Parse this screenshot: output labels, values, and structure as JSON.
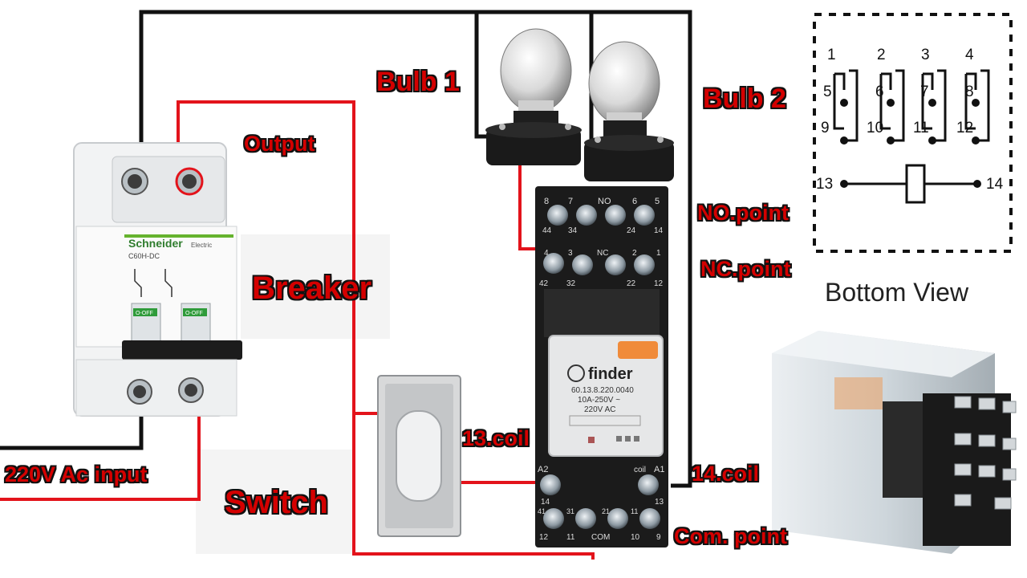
{
  "labels": {
    "bulb1": "Bulb 1",
    "bulb2": "Bulb 2",
    "output": "Output",
    "breaker": "Breaker",
    "input": "220V Ac input",
    "switch": "Switch",
    "coil13": "13.coil",
    "coil14": "14.coil",
    "no_point": "NO.point",
    "nc_point": "NC.point",
    "com_point": "Com. point"
  },
  "bottom_view": {
    "title": "Bottom View",
    "pins": [
      "1",
      "2",
      "3",
      "4",
      "5",
      "6",
      "7",
      "8",
      "9",
      "10",
      "11",
      "12",
      "13",
      "14"
    ]
  },
  "breaker": {
    "brand": "Schneider",
    "sub": "Electric",
    "model": "C60H-DC",
    "off1": "O-OFF",
    "off2": "O-OFF"
  },
  "relay": {
    "brand": "finder",
    "part": "60.13.8.220.0040",
    "rating": "10A-250V ~",
    "coil": "220V AC"
  },
  "socket": {
    "top_row": [
      "8",
      "7",
      "NO",
      "6",
      "5"
    ],
    "row2": [
      "44",
      "34",
      "24",
      "14"
    ],
    "row3": [
      "4",
      "3",
      "NC",
      "2",
      "1"
    ],
    "row4": [
      "42",
      "32",
      "22",
      "12"
    ],
    "coil_top": [
      "A2",
      "coil",
      "A1"
    ],
    "coil_nums": [
      "14",
      "13"
    ],
    "bottom_nums": [
      "41",
      "31",
      "21",
      "11"
    ],
    "bottom_row": [
      "12",
      "11",
      "COM",
      "10",
      "9"
    ]
  },
  "colors": {
    "wire_red": "#e3131b",
    "wire_black": "#111111",
    "label_red": "#d40000"
  }
}
